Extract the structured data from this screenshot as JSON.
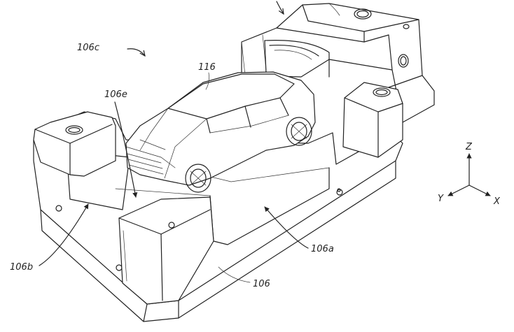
{
  "figure": {
    "labels": {
      "fixture": "106",
      "fixture_a": "106a",
      "fixture_b": "106b",
      "fixture_c": "106c",
      "fixture_e": "106e",
      "vehicle": "116"
    },
    "axes": {
      "z": "Z",
      "y": "Y",
      "x": "X"
    },
    "colors": {
      "line": "#222222",
      "background": "#ffffff"
    }
  }
}
